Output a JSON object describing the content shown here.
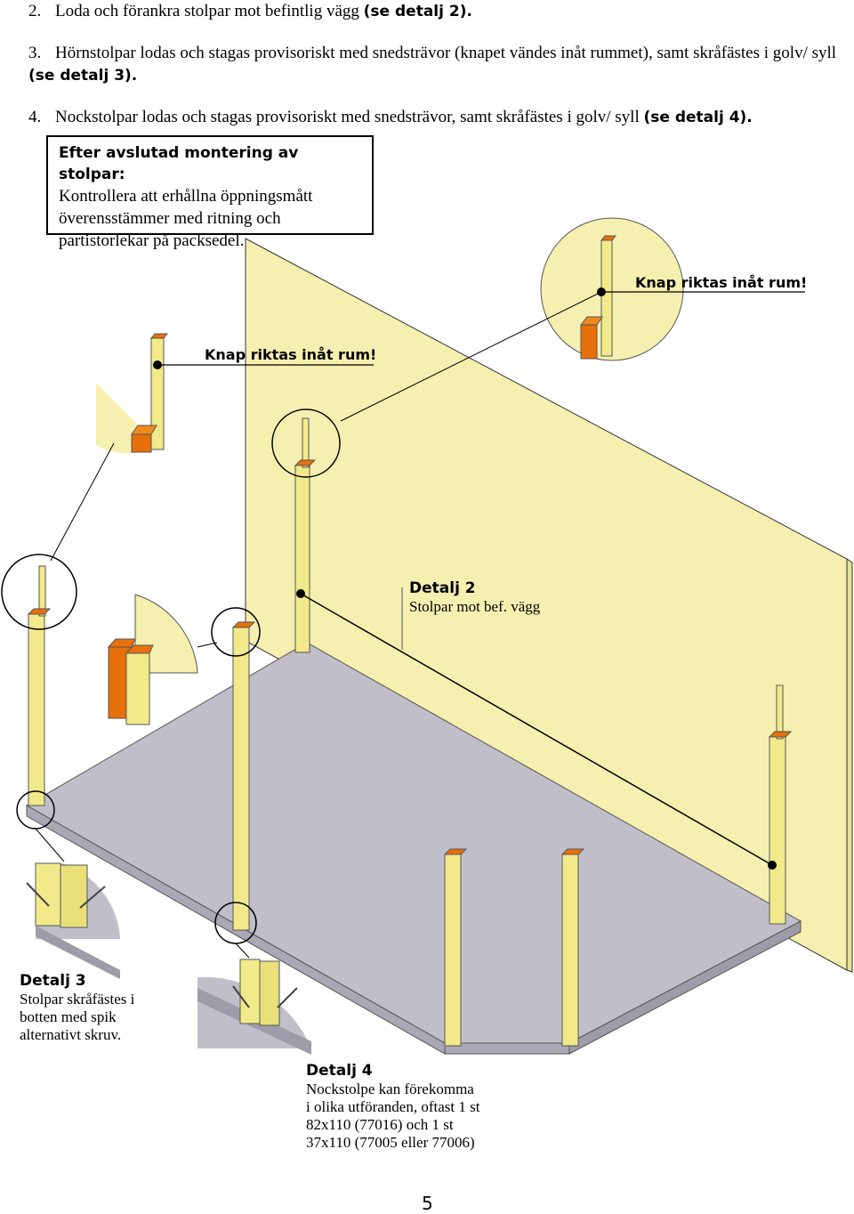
{
  "steps": [
    {
      "num": "2.",
      "text": "Loda och förankra stolpar mot befintlig vägg ",
      "ref": "(se detalj 2)."
    },
    {
      "num": "3.",
      "text": "Hörnstolpar lodas och stagas provisoriskt med snedsträvor (knapet vändes inåt rummet), samt skråfästes i golv/ syll ",
      "ref": "(se detalj 3)."
    },
    {
      "num": "4.",
      "text": "Nockstolpar lodas och stagas provisoriskt med snedsträvor, samt skråfästes i golv/ syll ",
      "ref": "(se detalj 4)."
    }
  ],
  "note": {
    "heading": "Efter avslutad montering av stolpar:",
    "body": "Kontrollera att erhållna öppningsmått överensstämmer med ritning och partistorlekar på packsedel."
  },
  "callouts": {
    "knap_right": "Knap riktas inåt rum!",
    "knap_left": "Knap riktas inåt rum!"
  },
  "details": {
    "d2": {
      "title": "Detalj 2",
      "lines": [
        "Stolpar mot bef. vägg"
      ]
    },
    "d3": {
      "title": "Detalj 3",
      "lines": [
        "Stolpar skråfästes i",
        "botten med spik",
        "alternativt skruv."
      ]
    },
    "d4": {
      "title": "Detalj 4",
      "lines": [
        "Nockstolpe kan förekomma",
        "i olika utföranden, oftast 1 st",
        "82x110 (77016) och 1 st",
        "37x110 (77005 eller 77006)"
      ]
    }
  },
  "page_number": "5",
  "colors": {
    "wall": "#f5f0b0",
    "floor": "#c0bfc9",
    "post": "#f2ea8a",
    "post_top": "#e8700a",
    "line": "#000000"
  }
}
